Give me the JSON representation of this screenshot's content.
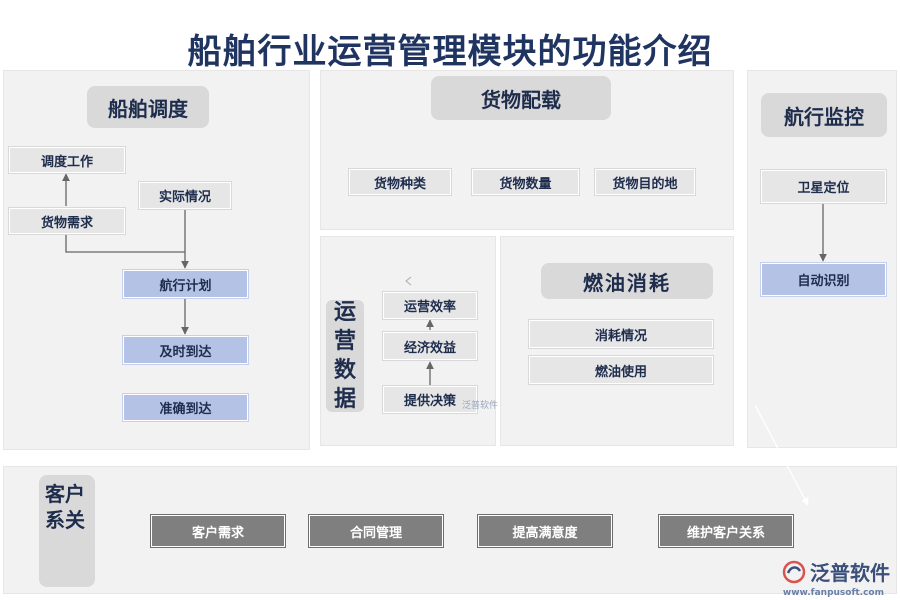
{
  "title": "船舶行业运营管理模块的功能介绍",
  "ship_dispatch": {
    "header": "船舶调度",
    "dispatch_work": "调度工作",
    "cargo_demand": "货物需求",
    "actual_situation": "实际情况",
    "voyage_plan": "航行计划",
    "timely_arrival": "及时到达",
    "accurate_arrival": "准确到达"
  },
  "cargo_loading": {
    "header": "货物配载",
    "items": [
      "货物种类",
      "货物数量",
      "货物目的地"
    ]
  },
  "navigation_monitoring": {
    "header": "航行监控",
    "satellite_positioning": "卫星定位",
    "auto_identification": "自动识别"
  },
  "operation_data": {
    "header": "运营数据",
    "operation_efficiency": "运营效率",
    "economic_benefit": "经济效益",
    "decision_support": "提供决策"
  },
  "fuel_consumption": {
    "header": "燃油消耗",
    "items": [
      "消耗情况",
      "燃油使用"
    ]
  },
  "customer_relations": {
    "header": "客户系关",
    "items": [
      "客户需求",
      "合同管理",
      "提高满意度",
      "维护客户关系"
    ]
  },
  "watermark": "泛普软件",
  "logo": {
    "name": "泛普软件",
    "url": "www.fanpusoft.com"
  },
  "colors": {
    "title": "#1f3461",
    "panel": "#f2f2f2",
    "header_box": "#d9d9d9",
    "gray_box": "#e6e6e6",
    "blue_box": "#b4c2e6",
    "dark_box": "#7f7f7f"
  }
}
